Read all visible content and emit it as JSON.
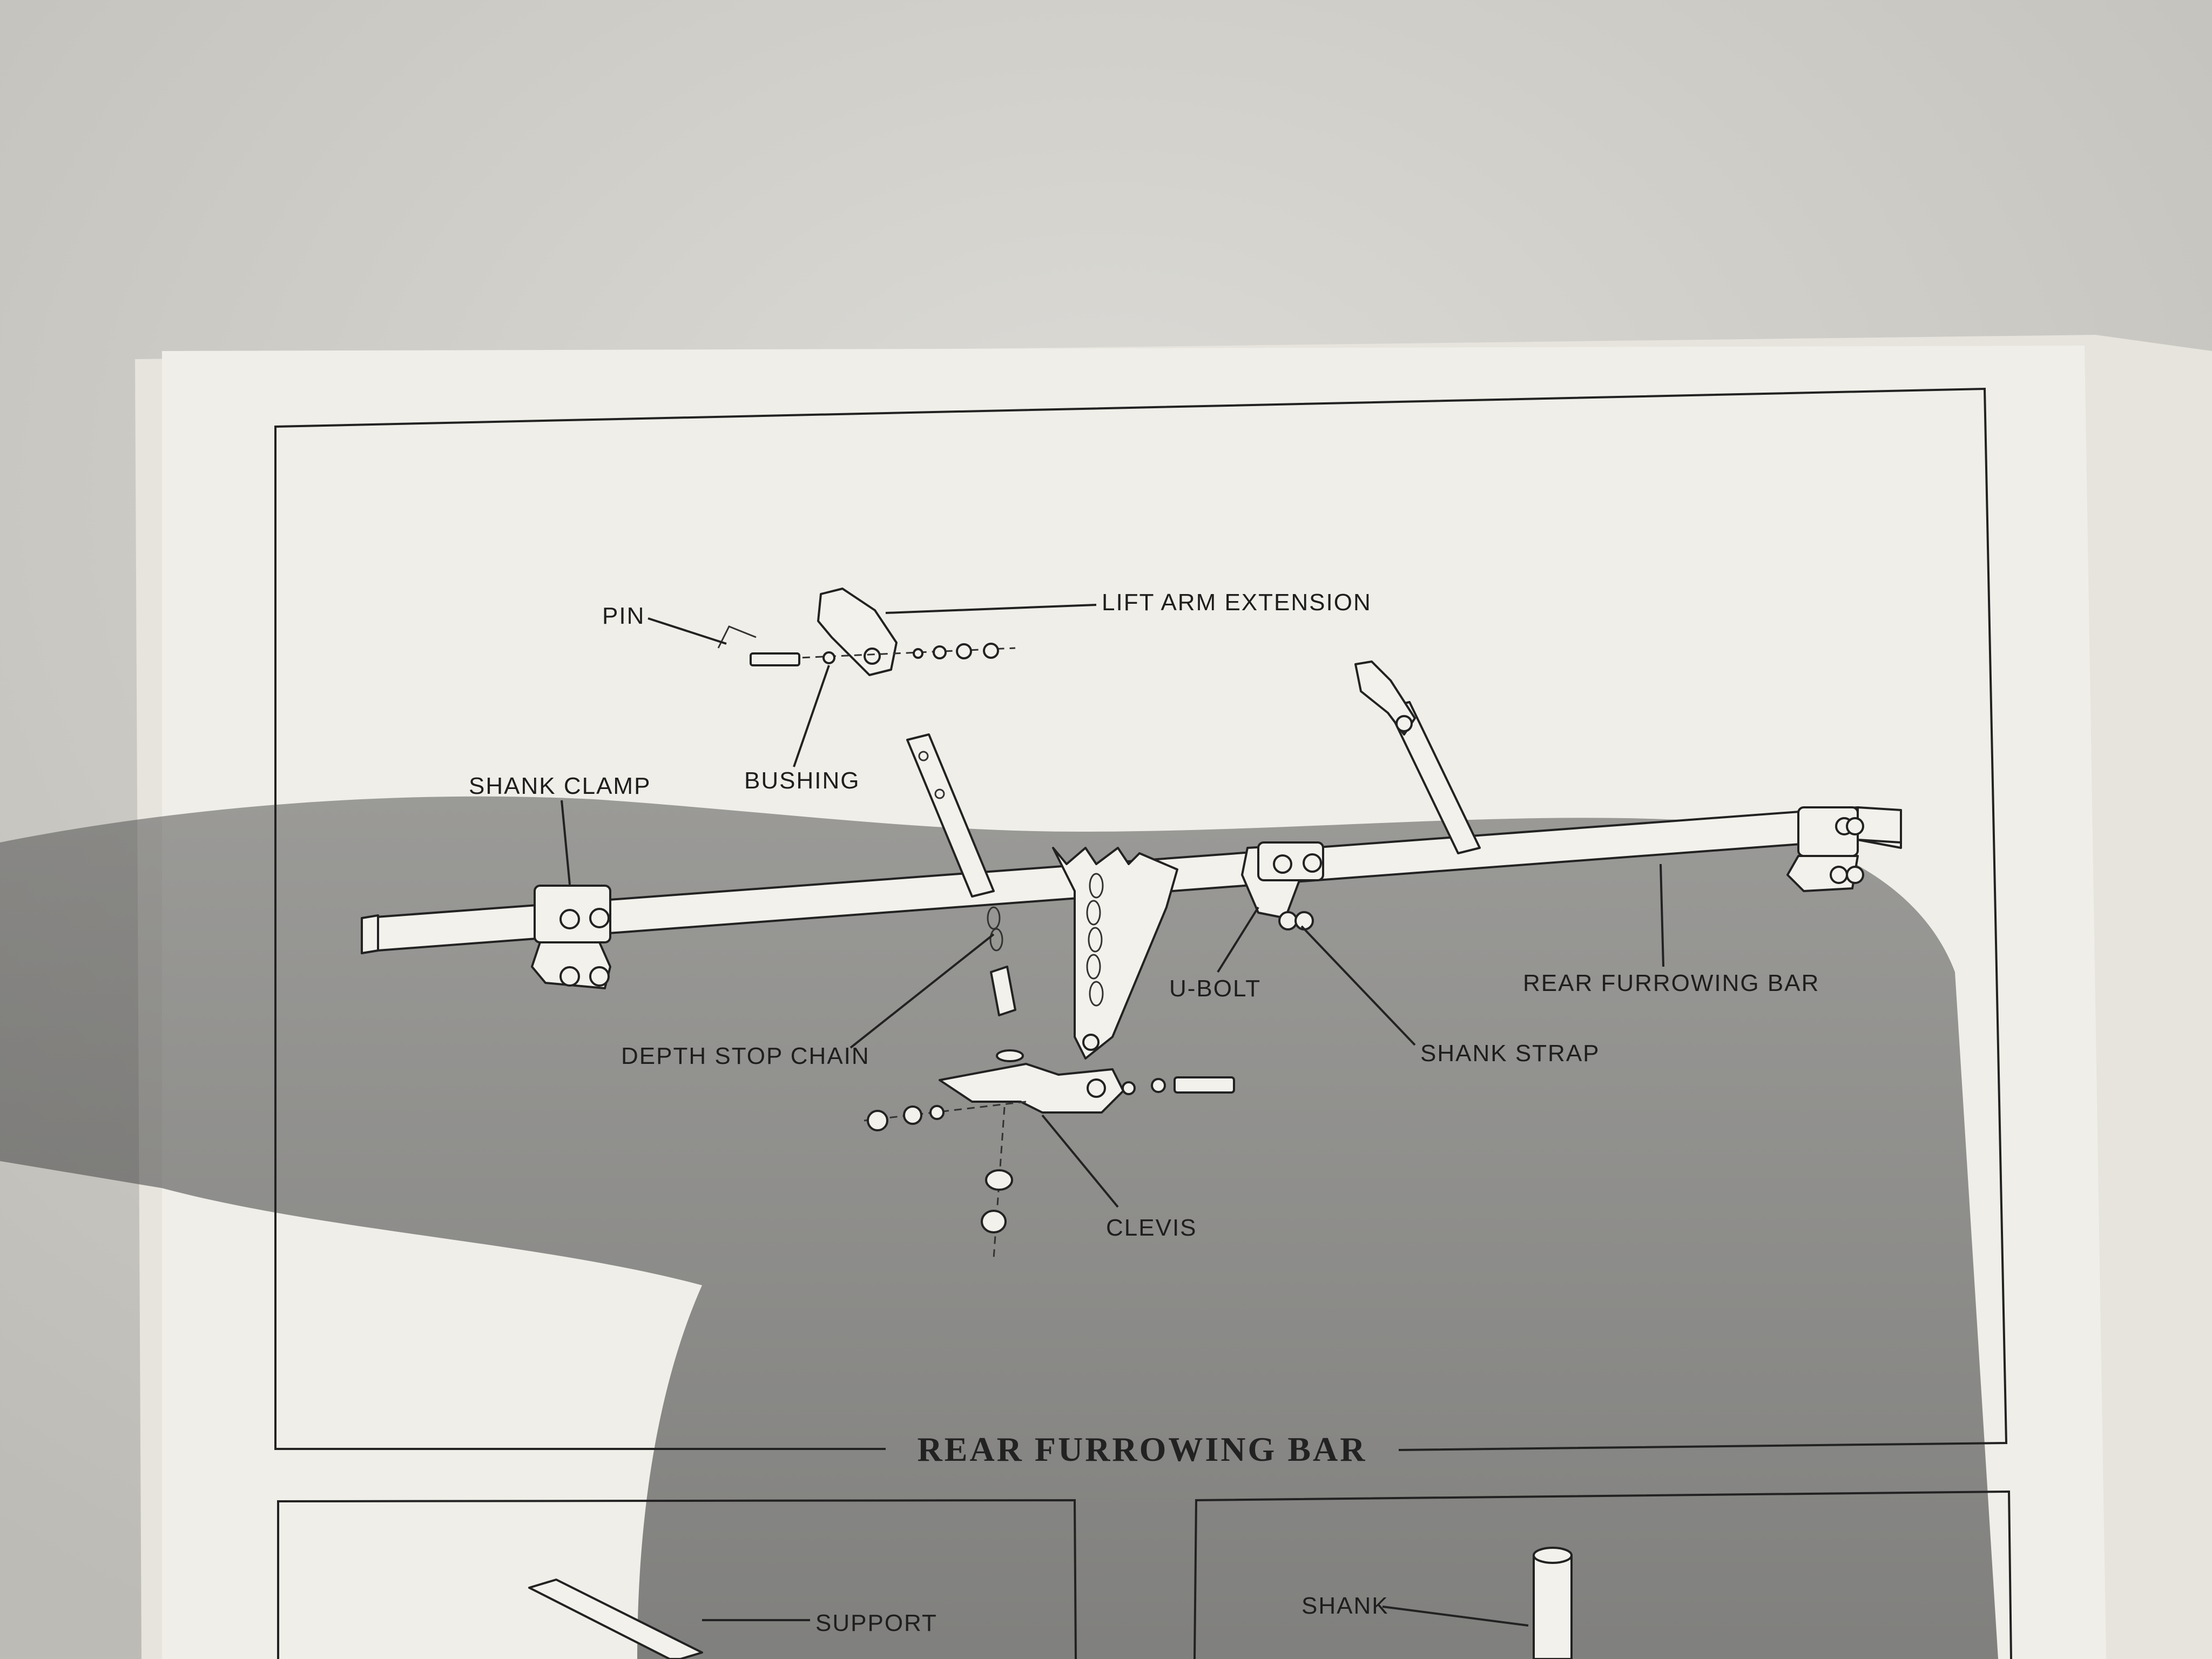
{
  "diagram": {
    "caption": "REAR FURROWING BAR",
    "labels": {
      "pin": "PIN",
      "lift_arm_extension": "LIFT ARM EXTENSION",
      "bushing": "BUSHING",
      "shank_clamp": "SHANK CLAMP",
      "u_bolt": "U-BOLT",
      "rear_furrowing_bar": "REAR FURROWING BAR",
      "depth_stop_chain": "DEPTH STOP CHAIN",
      "shank_strap": "SHANK STRAP",
      "clevis": "CLEVIS"
    },
    "lower_panels": {
      "left_label": "SUPPORT",
      "right_label": "SHANK"
    }
  },
  "colors": {
    "paper": "#efeee8",
    "ink": "#222222",
    "background": "#c8c6c0",
    "shadow": "#7b7b78"
  }
}
